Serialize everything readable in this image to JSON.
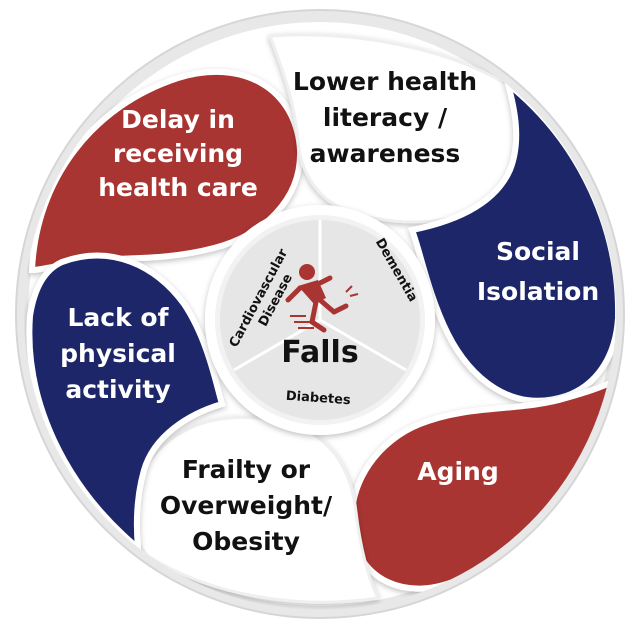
{
  "colors": {
    "red": "#A93532",
    "navy": "#1B2868",
    "white_petal": "#FFFFFF",
    "outer_ring": "#E8E8E8",
    "inner_circle": "#E6E6E6",
    "text_dark": "#111111",
    "text_light": "#FFFFFF"
  },
  "center": {
    "title": "Falls",
    "icon": "person-falling-icon"
  },
  "comorbidities": [
    {
      "label_line1": "Cardiovascular",
      "label_line2": "Disease"
    },
    {
      "label": "Dementia"
    },
    {
      "label": "Diabetes"
    }
  ],
  "factors": [
    {
      "id": "delay",
      "lines": [
        "Delay in",
        "receiving",
        "health care"
      ],
      "fill": "red"
    },
    {
      "id": "literacy",
      "lines": [
        "Lower health",
        "literacy /",
        "awareness"
      ],
      "fill": "white"
    },
    {
      "id": "isolation",
      "lines": [
        "Social",
        "Isolation"
      ],
      "fill": "navy"
    },
    {
      "id": "aging",
      "lines": [
        "Aging"
      ],
      "fill": "red"
    },
    {
      "id": "frailty",
      "lines": [
        "Frailty or",
        "Overweight/",
        "Obesity"
      ],
      "fill": "white"
    },
    {
      "id": "activity",
      "lines": [
        "Lack of",
        "physical",
        "activity"
      ],
      "fill": "navy"
    }
  ]
}
